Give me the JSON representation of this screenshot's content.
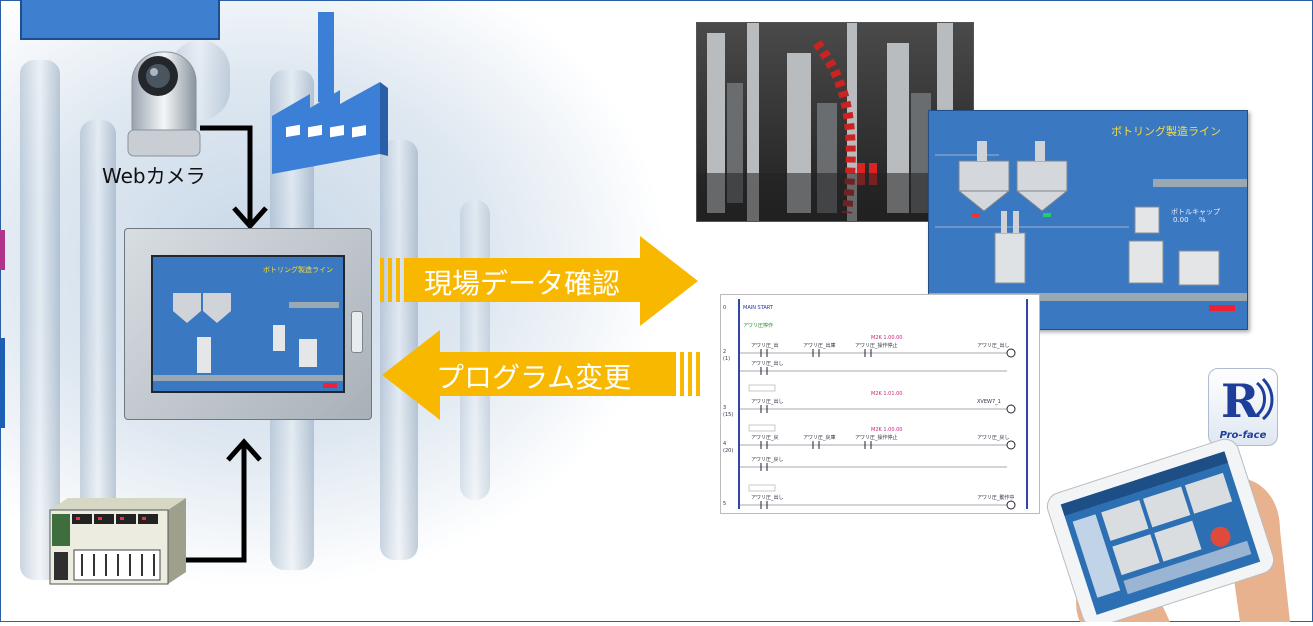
{
  "camera": {
    "label": "Webカメラ"
  },
  "arrows": {
    "right_label": "現場データ確認",
    "left_label": "プログラム変更",
    "color": "#f9b800"
  },
  "hmi_screen": {
    "title": "ボトリング製造ライン"
  },
  "overlay_screen": {
    "title": "ボトリング製造ライン",
    "tag": "ボトルキャップ",
    "unit": "%",
    "value": "0.00"
  },
  "ladder": {
    "rows": [
      {
        "line": "0",
        "comment": "MAIN START",
        "sub": "アワリ圧搾作"
      },
      {
        "line": "2\n(1)",
        "contacts": [
          "アワリ圧_出",
          "アワリ圧_出庫",
          "アワリ圧_操作停止"
        ],
        "addr": "M2K 1.00.00",
        "coil": "アワリ圧_出し"
      },
      {
        "line": "",
        "contacts": [
          "アワリ圧_出し"
        ]
      },
      {
        "line": "3\n(15)",
        "contacts": [
          "アワリ圧_出し"
        ],
        "addr": "M2K 1.01.00",
        "coil": "XVEW7_1"
      },
      {
        "line": "4\n(20)",
        "contacts": [
          "アワリ圧_戻",
          "アワリ圧_戻庫",
          "アワリ圧_操作停止"
        ],
        "addr": "M2K 1.00.00",
        "coil": "アワリ圧_戻し"
      },
      {
        "line": "",
        "contacts": [
          "アワリ圧_戻し"
        ]
      },
      {
        "line": "5",
        "contacts": [
          "アワリ圧_出し"
        ],
        "coil": "アワリ圧_動作中"
      }
    ]
  },
  "brand": {
    "name": "Pro-face"
  },
  "colors": {
    "frame": "#2a5fa8",
    "top_box": "#3f7fd0",
    "screen_bg": "#3a78c2",
    "factory": "#3b7fd6"
  }
}
